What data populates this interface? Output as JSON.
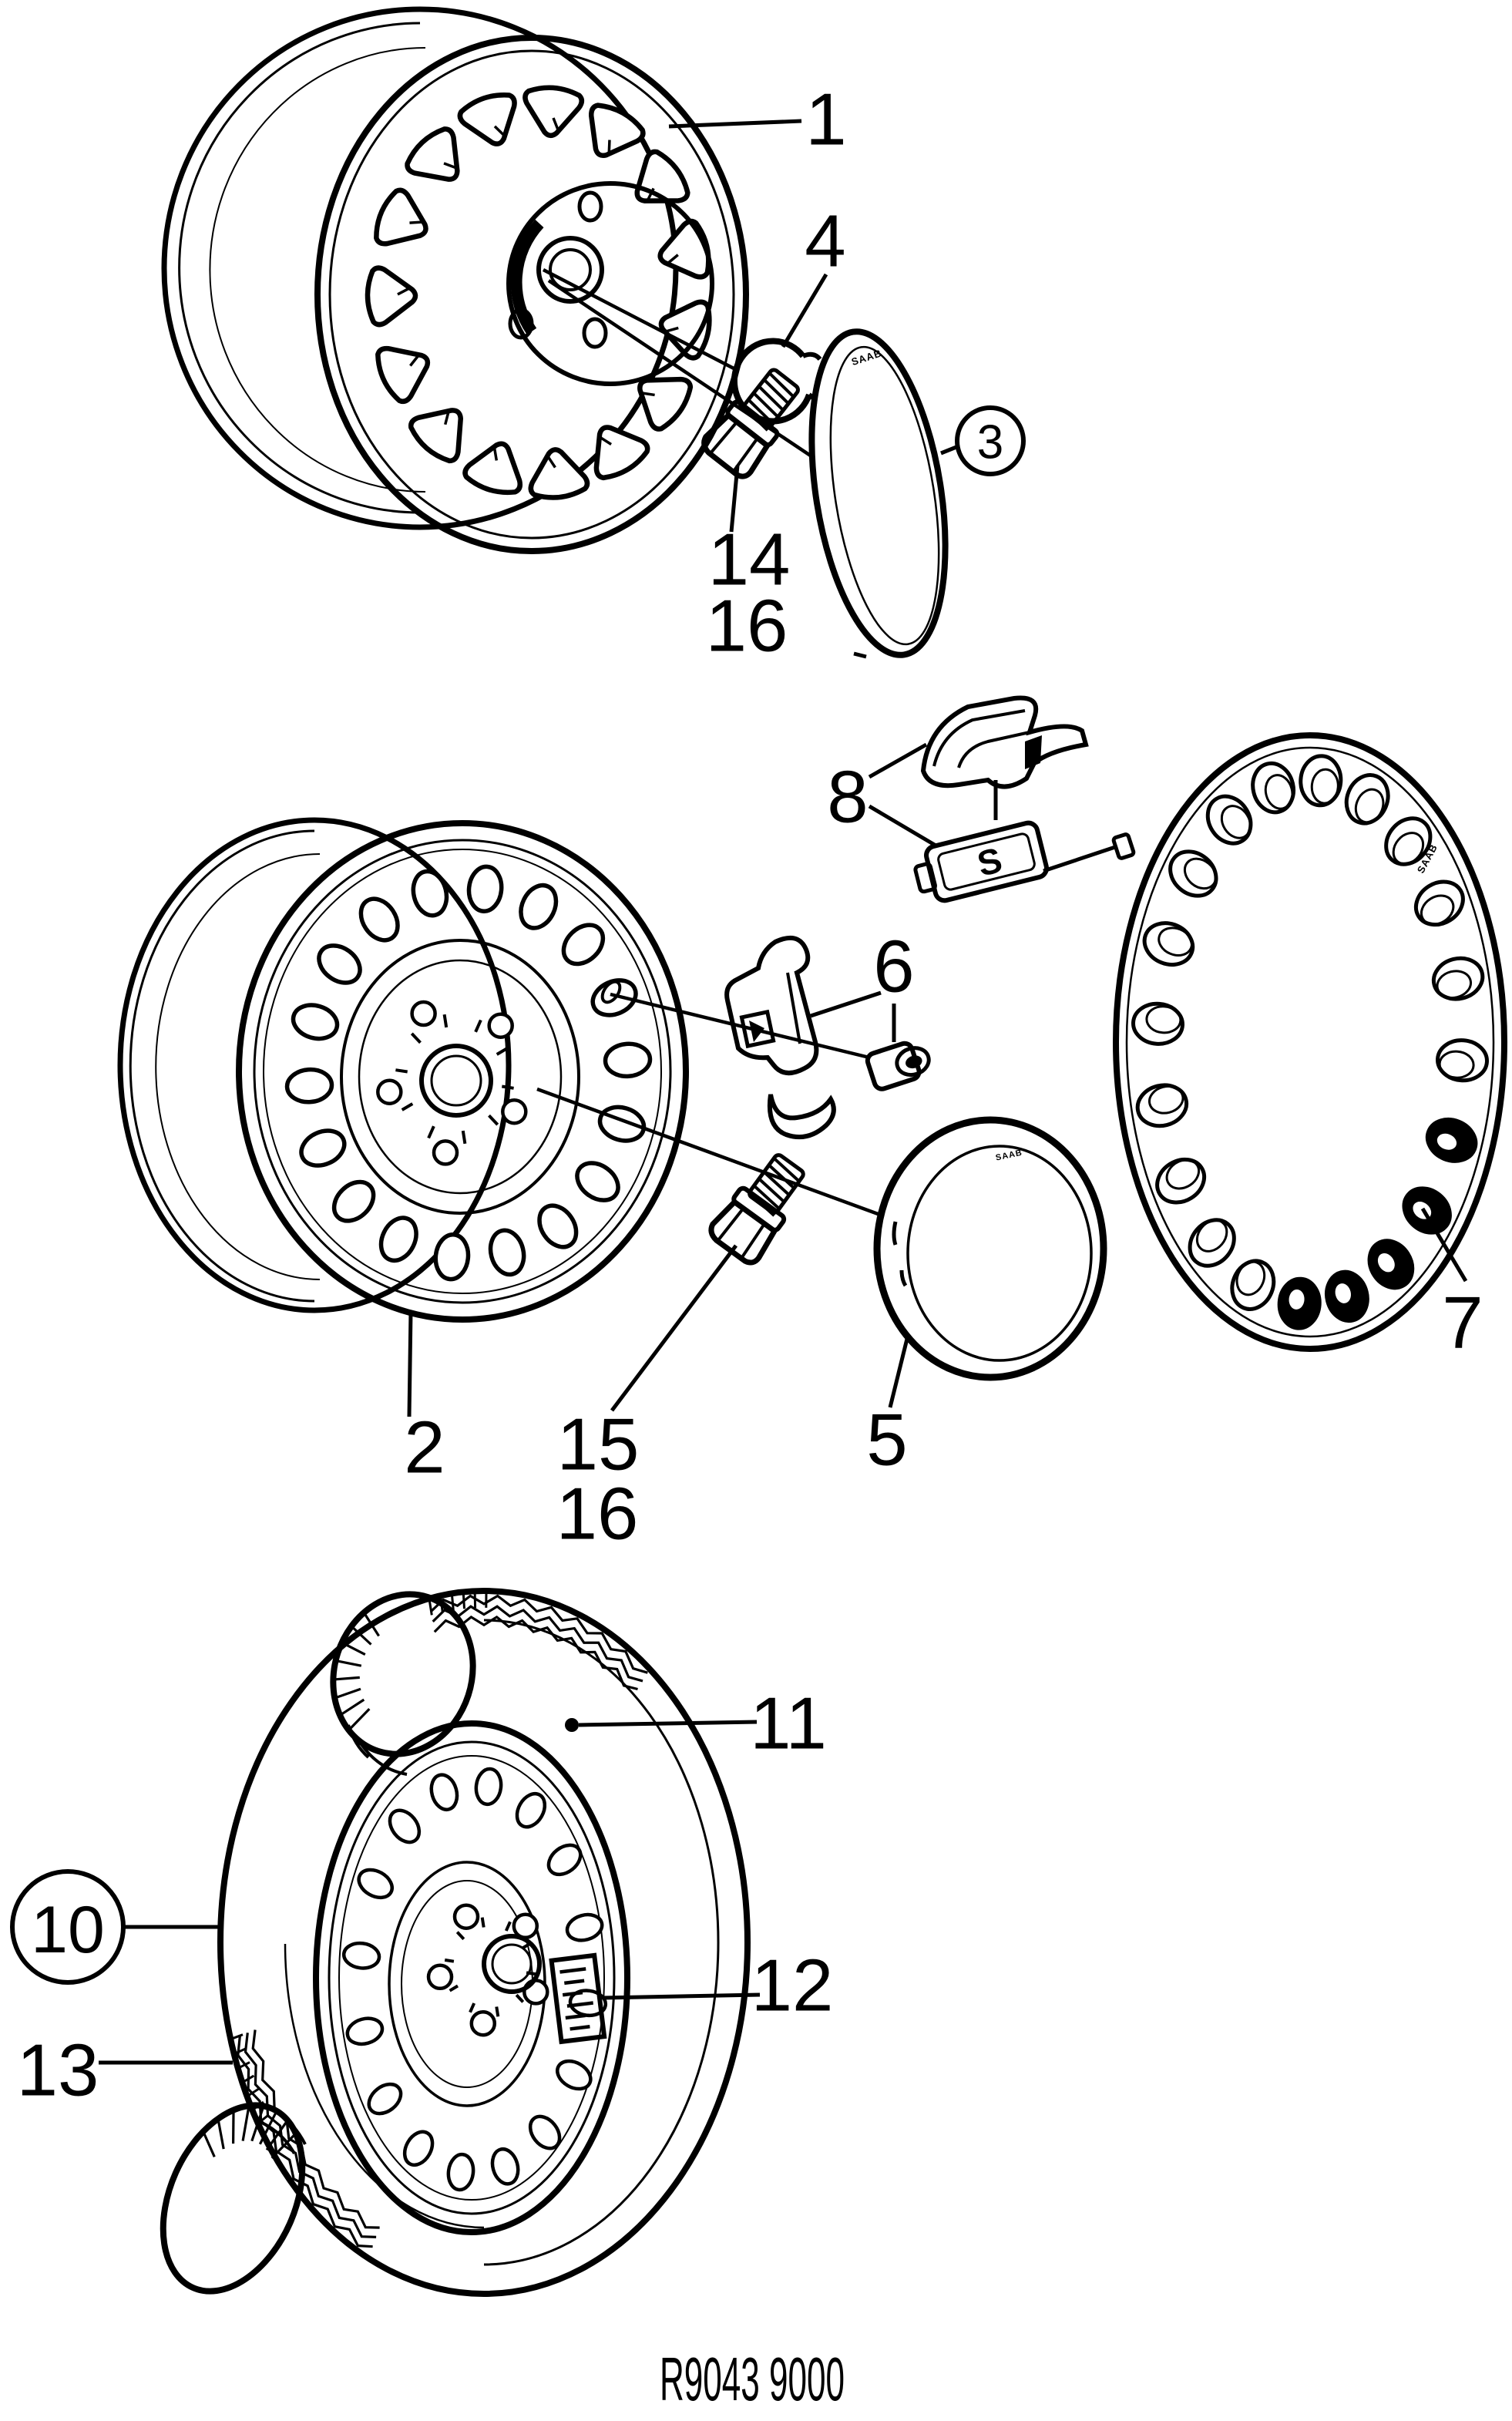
{
  "figure": {
    "ref": "R9043 9000",
    "background": "#ffffff",
    "ink": "#000000"
  },
  "brand_text": "SAAB",
  "emblem": "S",
  "callouts": {
    "c1": "1",
    "c2": "2",
    "c3": "3",
    "c4": "4",
    "c5": "5",
    "c6": "6",
    "c7": "7",
    "c8": "8",
    "c10": "10",
    "c11": "11",
    "c12": "12",
    "c13": "13",
    "c14": "14",
    "c15": "15",
    "c16": "16"
  }
}
